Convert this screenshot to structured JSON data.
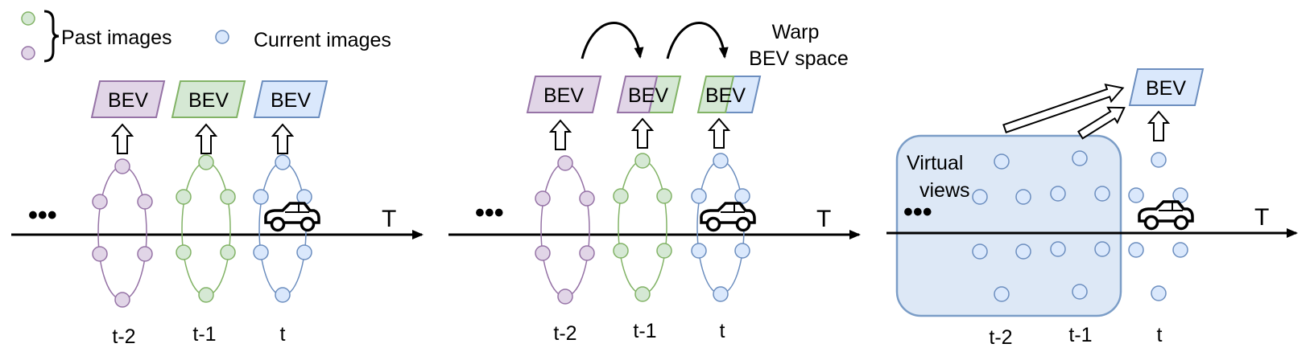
{
  "legend": {
    "past_label": "Past images",
    "current_label": "Current images"
  },
  "labels": {
    "bev": "BEV",
    "axis": "T",
    "ellipsis": "•••",
    "t2": "t-2",
    "t1": "t-1",
    "t0": "t"
  },
  "warp": {
    "line1": "Warp",
    "line2": "BEV space"
  },
  "virtual": {
    "line1": "Virtual",
    "line2": "views"
  },
  "colors": {
    "purple_fill": "#e1d5e7",
    "purple_stroke": "#9673a6",
    "green_fill": "#d5e8d4",
    "green_stroke": "#82b366",
    "blue_fill": "#dae8fc",
    "blue_stroke": "#6c8ebf",
    "virtual_fill": "#dde8f6",
    "virtual_stroke": "#7b9dc7"
  },
  "icons": {
    "car": "car-icon",
    "up_arrow": "up-arrow-icon",
    "curved_arrow": "curved-arrow-icon",
    "hollow_arrow": "hollow-arrow-icon"
  }
}
